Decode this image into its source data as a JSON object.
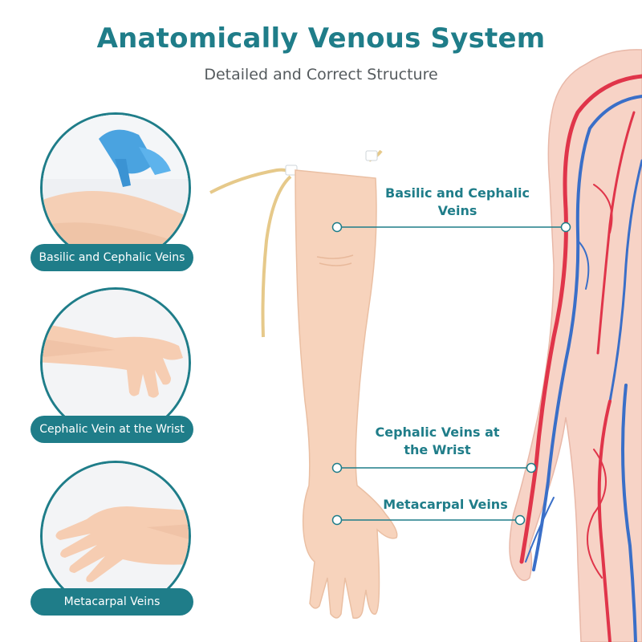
{
  "header": {
    "title": "Anatomically Venous System",
    "subtitle": "Detailed and Correct Structure"
  },
  "panels": [
    {
      "label": "Basilic and Cephalic Veins"
    },
    {
      "label": "Cephalic Vein at the Wrist"
    },
    {
      "label": "Metacarpal Veins"
    }
  ],
  "callouts": [
    {
      "label": "Basilic and Cephalic\nVeins"
    },
    {
      "label": "Cephalic Veins at\nthe Wrist"
    },
    {
      "label": "Metacarpal Veins"
    }
  ],
  "colors": {
    "accent": "#1f7d89",
    "skin": "#f7d3bc",
    "vein_red": "#e0354a",
    "vein_blue": "#3a6fc8"
  }
}
